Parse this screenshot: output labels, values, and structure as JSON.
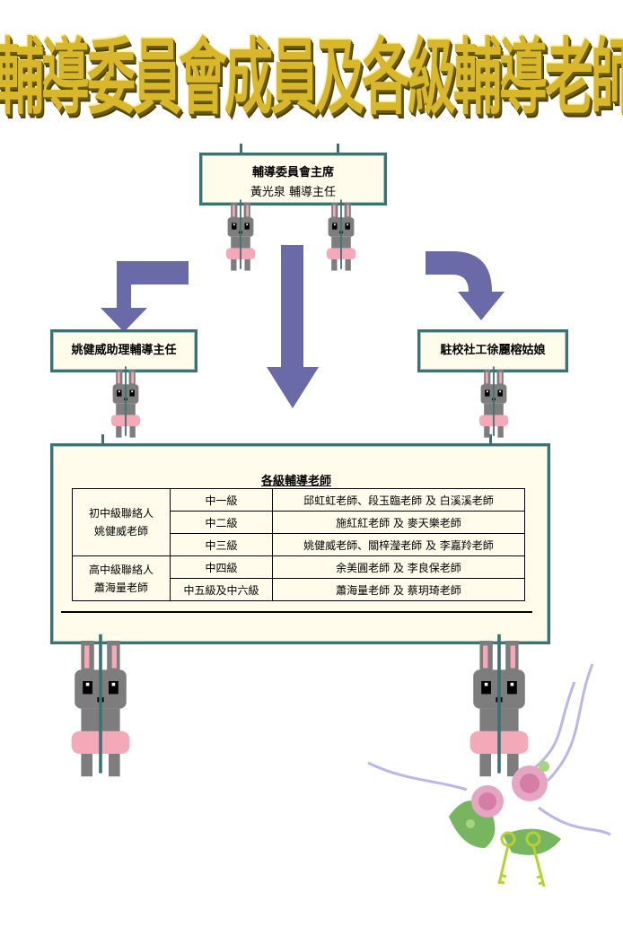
{
  "title": "輔導委員會成員及各級輔導老師",
  "committee_chair": {
    "role": "輔導委員會主席",
    "person": "黃光泉 輔導主任"
  },
  "assistant_director": "姚健威助理輔導主任",
  "social_worker": "駐校社工徐麗榕姑娘",
  "teachers_panel": {
    "heading": "各級輔導老師",
    "groups": [
      {
        "liaison_line1": "初中級聯絡人",
        "liaison_line2": "姚健威老師",
        "rows": [
          {
            "grade": "中一級",
            "teachers": "邱虹虹老師、段玉臨老師 及 白溪溪老師"
          },
          {
            "grade": "中二級",
            "teachers": "施紅紅老師 及 麥天樂老師"
          },
          {
            "grade": "中三級",
            "teachers": "姚健威老師、關梓瀅老師 及 李嘉羚老師"
          }
        ]
      },
      {
        "liaison_line1": "高中級聯絡人",
        "liaison_line2": "蕭海量老師",
        "rows": [
          {
            "grade": "中四級",
            "teachers": "余美圓老師 及 李良保老師"
          },
          {
            "grade": "中五級及中六級",
            "teachers": "蕭海量老師 及 蔡玥琦老師"
          }
        ]
      }
    ]
  },
  "colors": {
    "frame": "#3c7372",
    "arrow": "#6a6aa8",
    "title_gold": "#d8b82a",
    "box_fill": "#fffcec",
    "bunny_gray": "#7d7d7d",
    "bunny_pink": "#f4a9b8"
  },
  "decorations": [
    "bunny-icon",
    "rose-bouquet-icon",
    "keys-icon",
    "ribbon-icon"
  ]
}
